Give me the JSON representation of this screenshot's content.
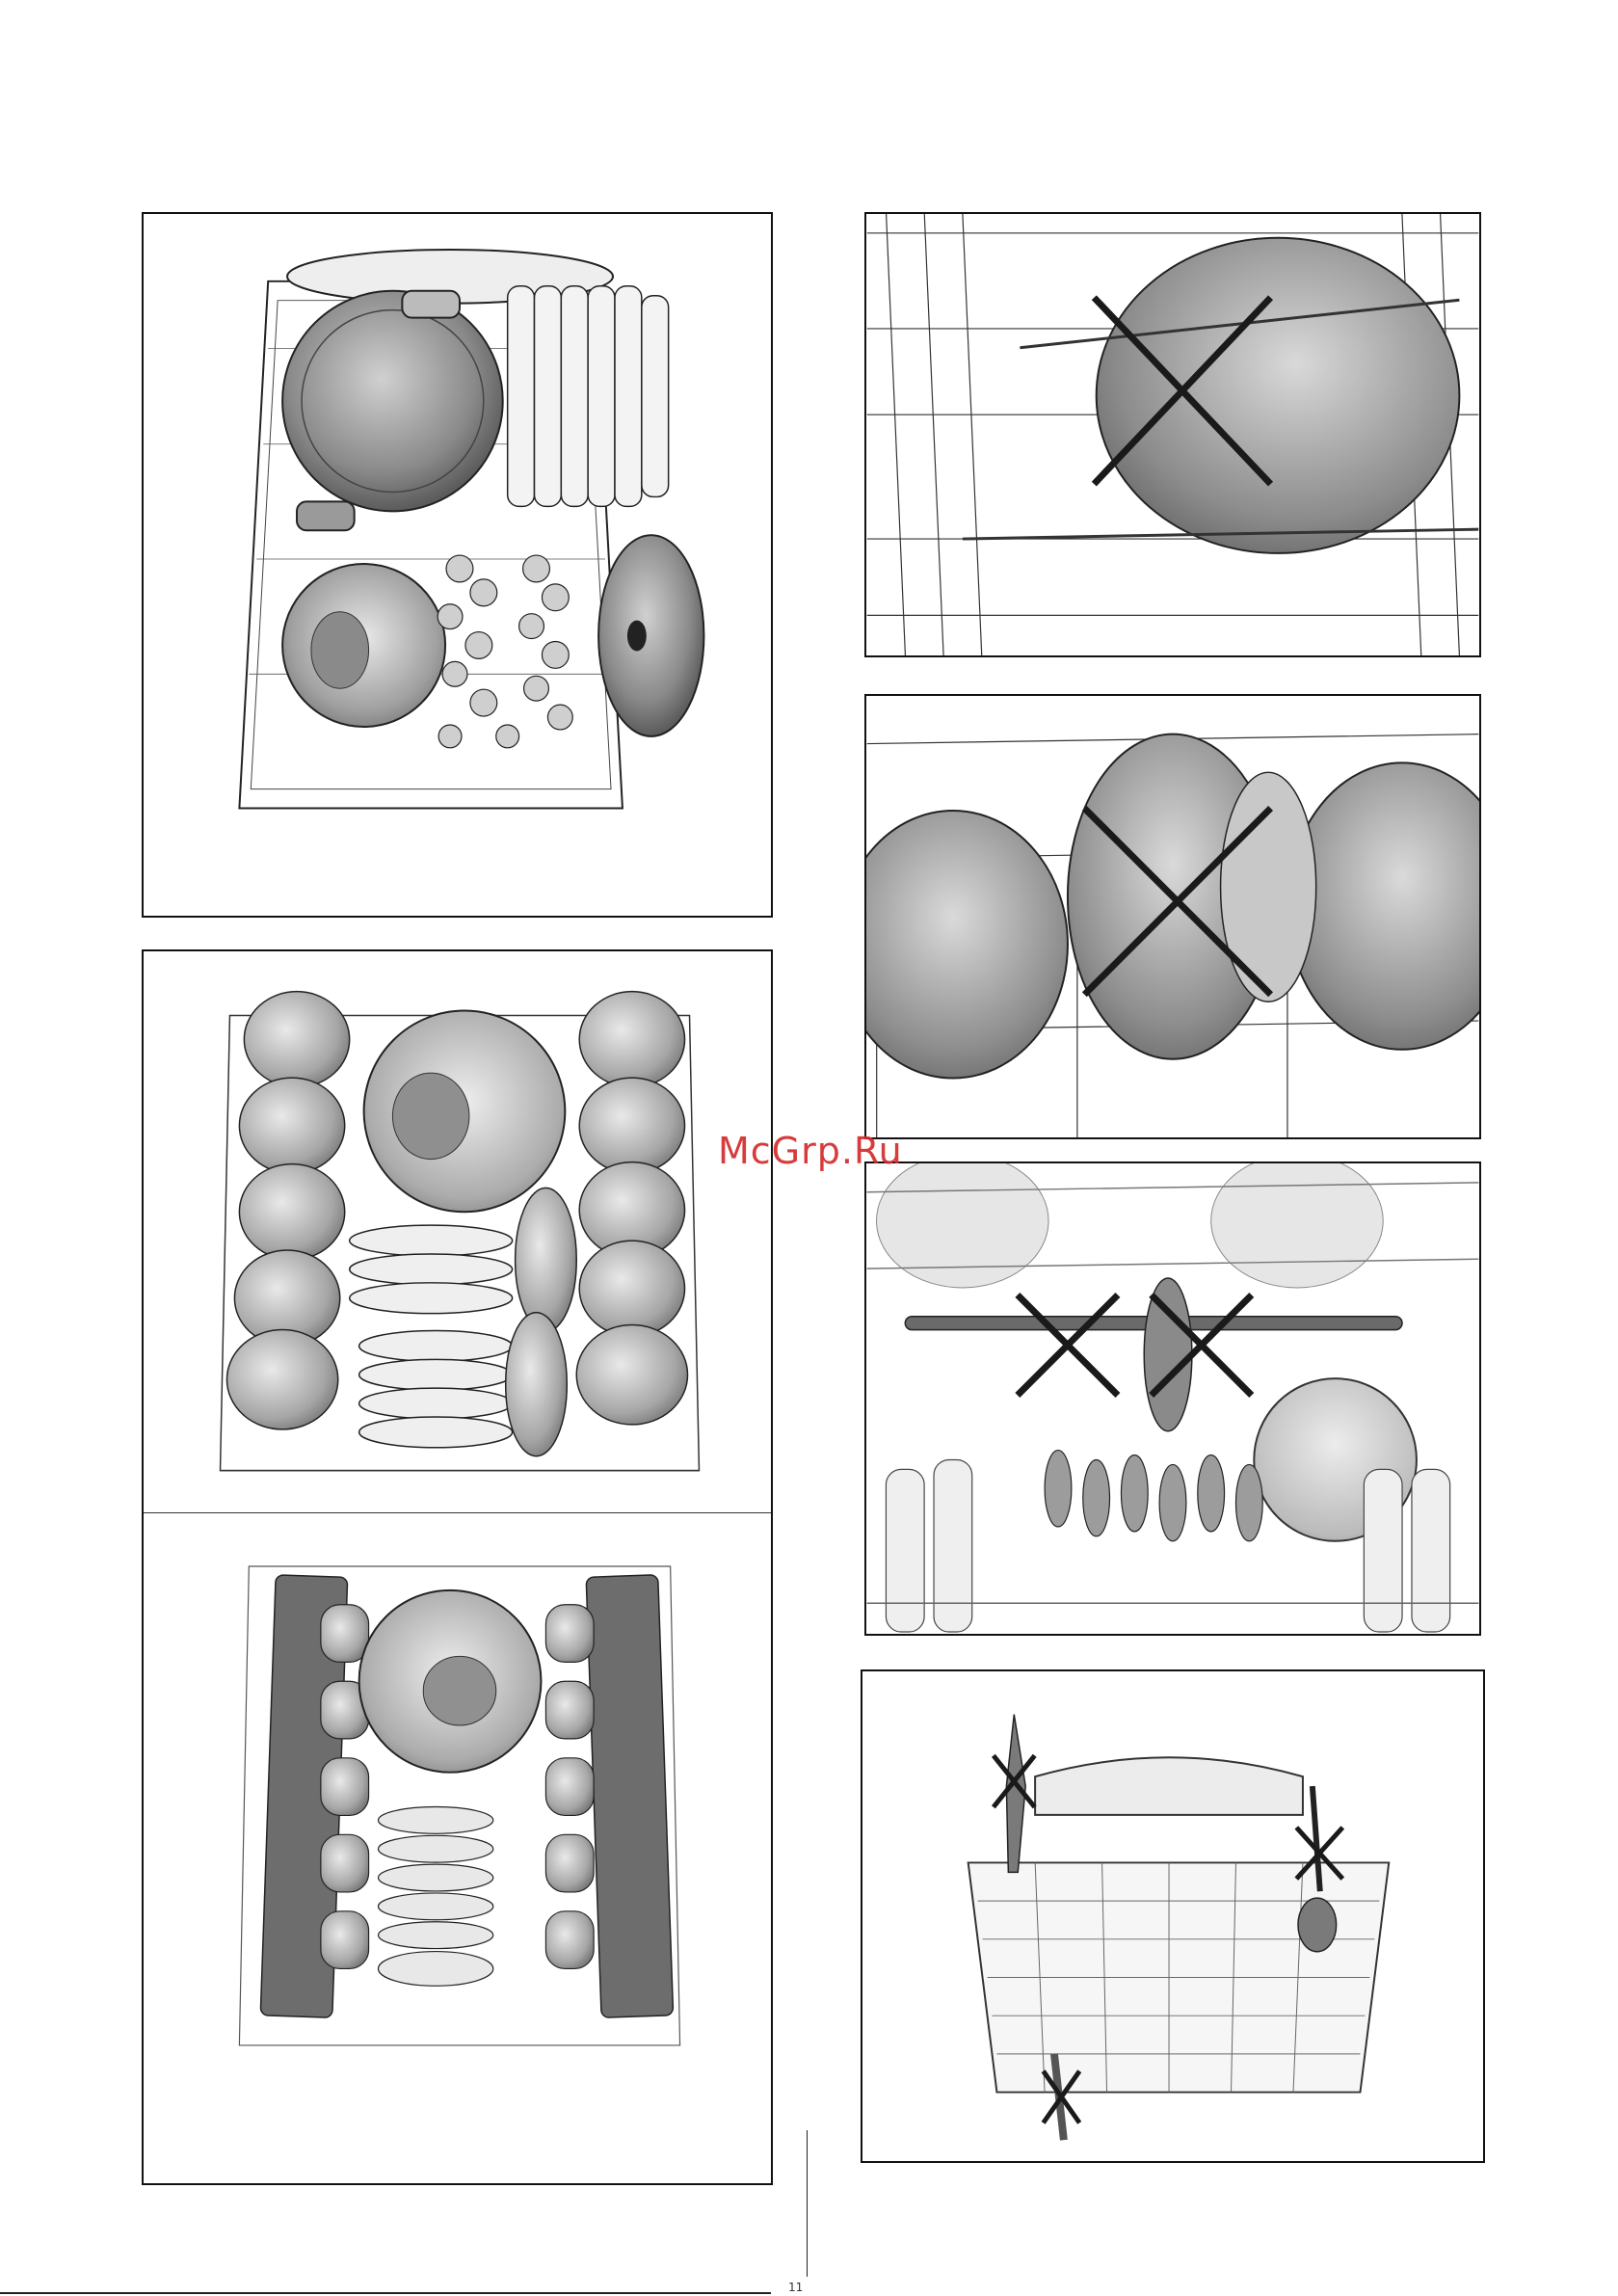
{
  "watermark": "McGrp.Ru",
  "page_mark": "11",
  "colors": {
    "line": "#222222",
    "metal_dark": "#6f6f6f",
    "metal_mid": "#a8a8a8",
    "metal_light": "#e2e2e2",
    "watermark": "#d42b2b",
    "cross": "#1a1a1a"
  },
  "panels": [
    {
      "id": "lower-basket-pots",
      "icon": "lower-basket-pots-illustration"
    },
    {
      "id": "upper-basket-cups",
      "icon": "upper-basket-cups-illustration"
    },
    {
      "id": "upper-basket-folding-racks",
      "icon": "upper-basket-racks-illustration"
    },
    {
      "id": "wrong-bowl-placement",
      "icon": "wrong-bowl-placement-illustration"
    },
    {
      "id": "wrong-bowl-stacking",
      "icon": "wrong-bowl-stacking-illustration"
    },
    {
      "id": "spray-arm-blocked",
      "icon": "spray-arm-blocked-illustration"
    },
    {
      "id": "cutlery-basket-wrong",
      "icon": "cutlery-basket-wrong-illustration"
    }
  ]
}
